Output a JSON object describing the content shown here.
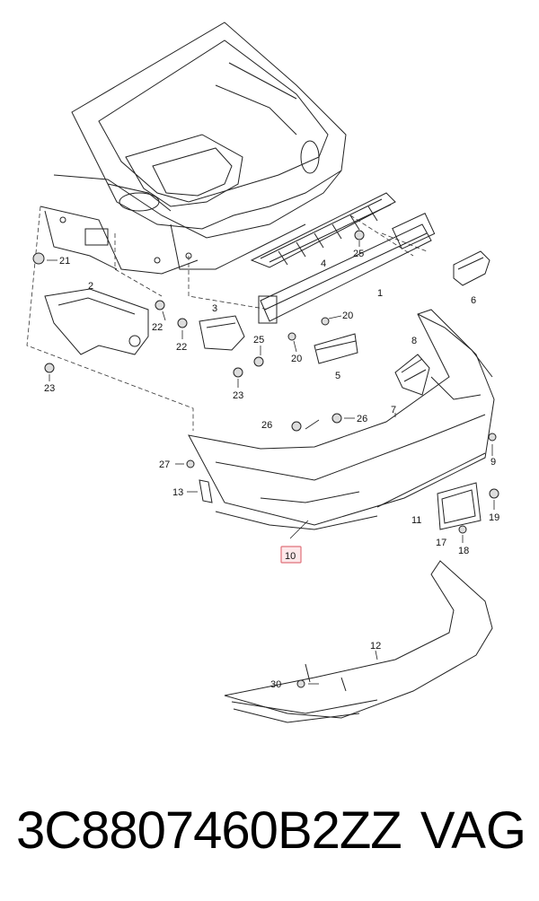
{
  "diagram": {
    "callouts": [
      "1",
      "2",
      "3",
      "4",
      "5",
      "6",
      "7",
      "8",
      "9",
      "10",
      "11",
      "12",
      "13",
      "17",
      "18",
      "19",
      "20",
      "20",
      "21",
      "22",
      "22",
      "23",
      "23",
      "25",
      "25",
      "26",
      "26",
      "27",
      "30"
    ],
    "highlighted_callout": "10",
    "highlight_color": "#e0707a"
  },
  "footer": {
    "part_number": "3C8807460B2ZZ",
    "brand": "VAG"
  }
}
